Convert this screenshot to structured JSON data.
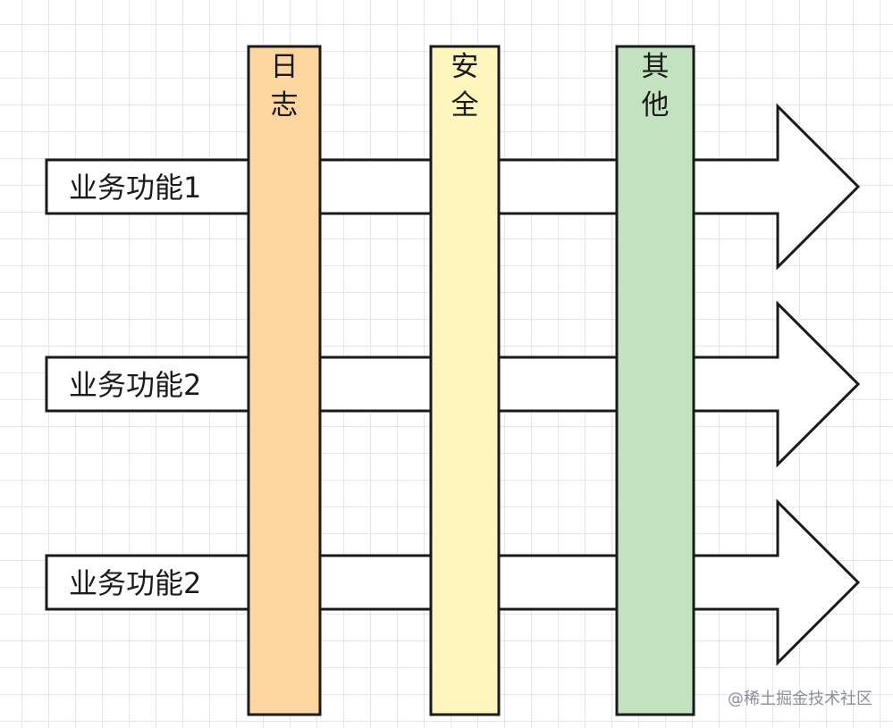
{
  "diagram": {
    "flows": [
      {
        "label": "业务功能1"
      },
      {
        "label": "业务功能2"
      },
      {
        "label": "业务功能2"
      }
    ],
    "concerns": [
      {
        "label": "日志",
        "chars": [
          "日",
          "志"
        ],
        "color": "#fdd59e"
      },
      {
        "label": "安全",
        "chars": [
          "安",
          "全"
        ],
        "color": "#fef6bc"
      },
      {
        "label": "其他",
        "chars": [
          "其",
          "他"
        ],
        "color": "#c3e3c0"
      }
    ]
  },
  "watermark": {
    "text": "@稀土掘金技术社区"
  }
}
